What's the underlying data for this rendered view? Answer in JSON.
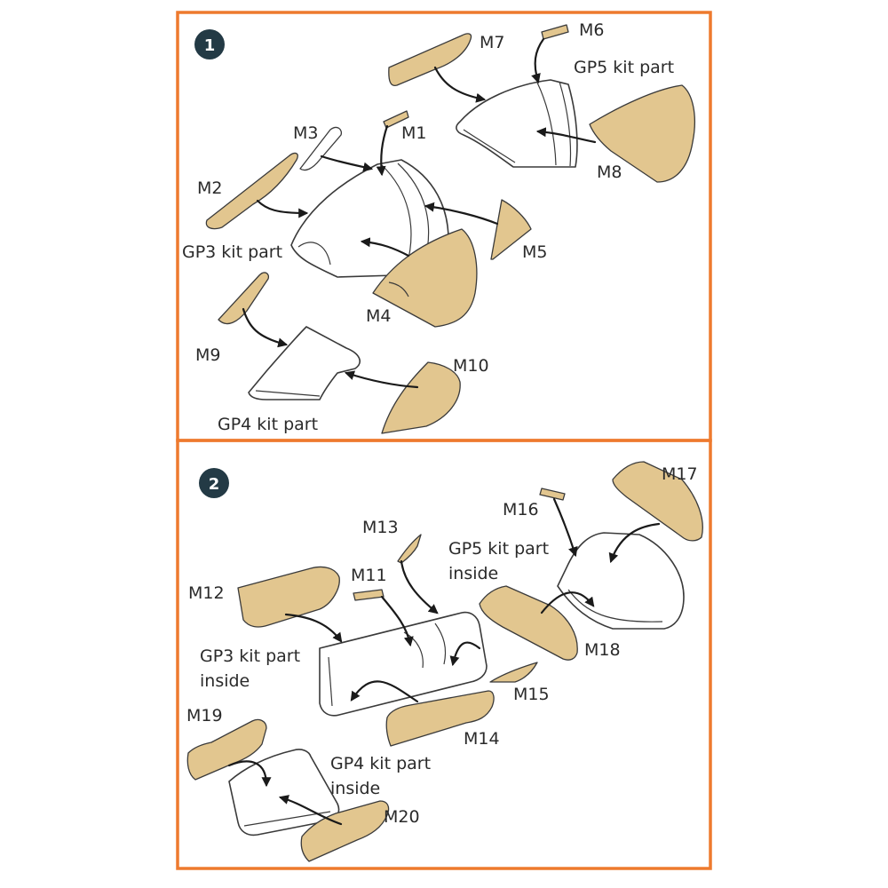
{
  "colors": {
    "frame": "#ee7a2e",
    "mask_fill": "#e2c68f",
    "step_badge": "#233a45",
    "outline": "#3a3a3a"
  },
  "steps": [
    {
      "number": "1",
      "labels": {
        "m1": "M1",
        "m2": "M2",
        "m3": "M3",
        "m4": "M4",
        "m5": "M5",
        "m6": "M6",
        "m7": "M7",
        "m8": "M8",
        "m9": "M9",
        "m10": "M10",
        "gp3": "GP3 kit part",
        "gp4": "GP4 kit part",
        "gp5": "GP5 kit part"
      }
    },
    {
      "number": "2",
      "labels": {
        "m11": "M11",
        "m12": "M12",
        "m13": "M13",
        "m14": "M14",
        "m15": "M15",
        "m16": "M16",
        "m17": "M17",
        "m18": "M18",
        "m19": "M19",
        "m20": "M20",
        "gp3_line1": "GP3 kit part",
        "gp3_line2": "inside",
        "gp4_line1": "GP4 kit part",
        "gp4_line2": "inside",
        "gp5_line1": "GP5 kit part",
        "gp5_line2": "inside"
      }
    }
  ]
}
